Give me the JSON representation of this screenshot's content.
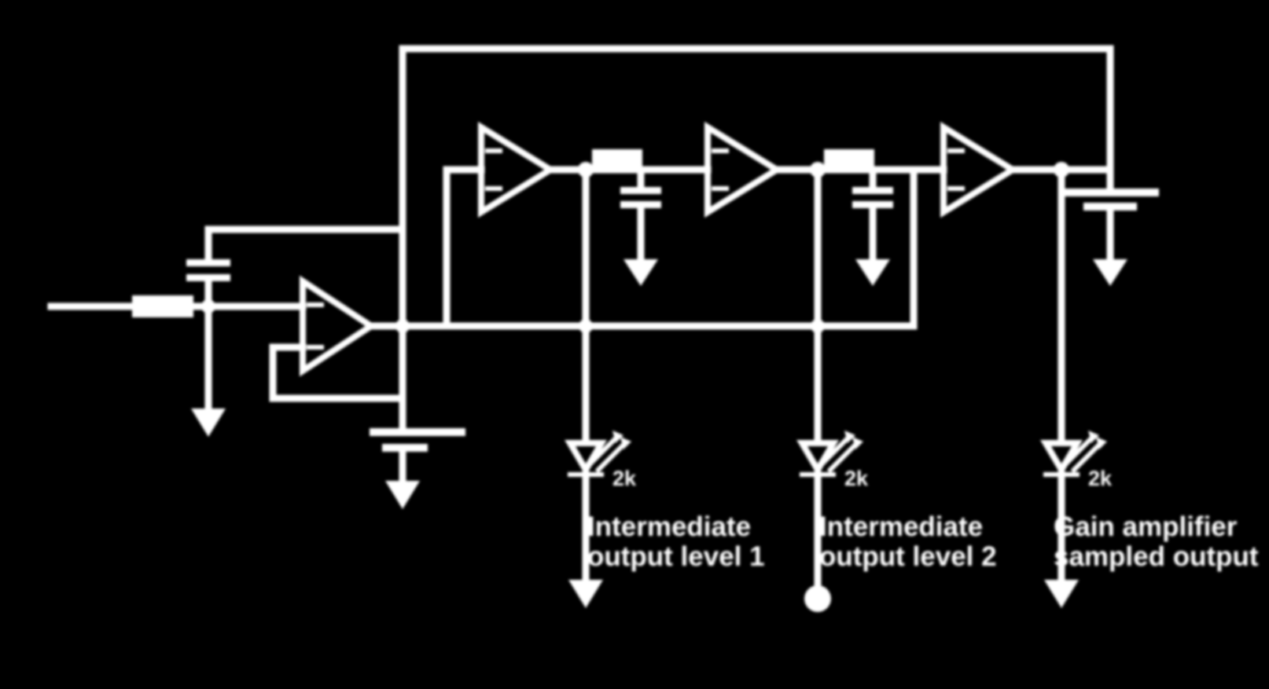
{
  "colors": {
    "background": "#000000",
    "ink": "#ffffff"
  },
  "taps": [
    {
      "annotation": "2k",
      "label_line1": "Intermediate",
      "label_line2": "output level 1"
    },
    {
      "annotation": "2k",
      "label_line1": "Intermediate",
      "label_line2": "output level 2"
    },
    {
      "annotation": "2k",
      "label_line1": "Gain amplifier",
      "label_line2": "sampled output"
    }
  ]
}
